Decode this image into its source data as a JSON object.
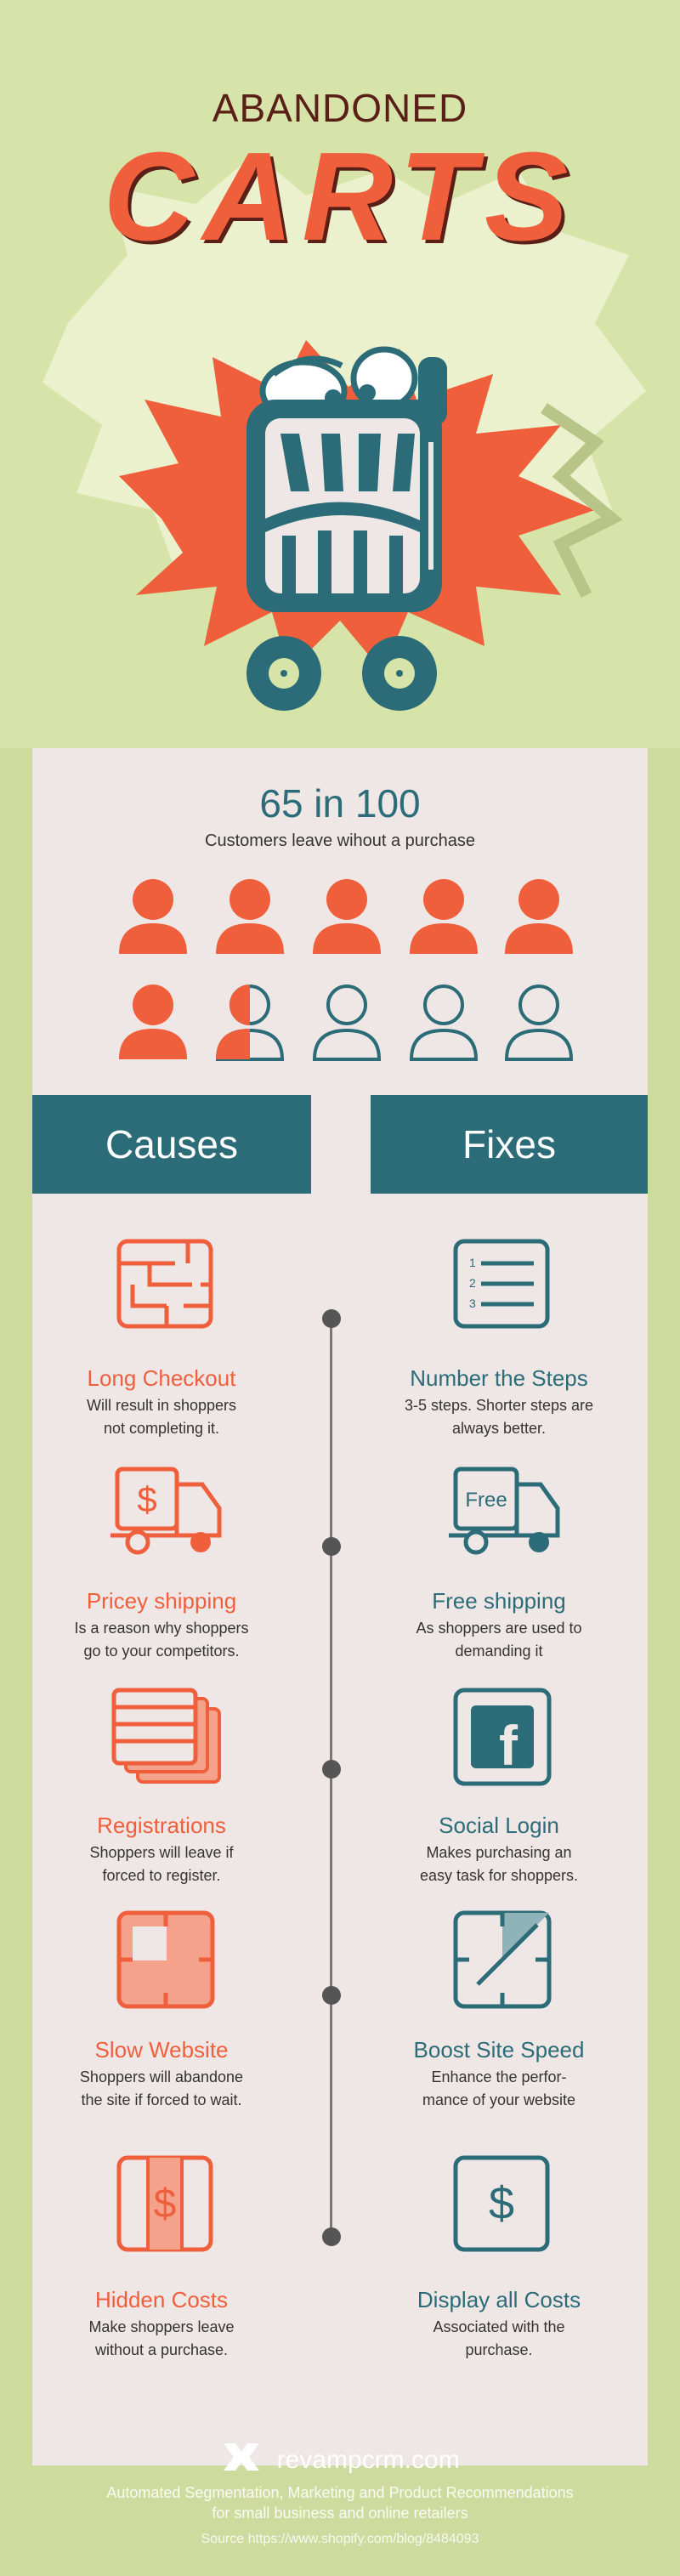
{
  "header": {
    "title_small": "ABANDONED",
    "title_big": "CARTS"
  },
  "stat": {
    "number": "65 in 100",
    "caption": "Customers leave wihout a purchase",
    "filled_fraction": 0.65
  },
  "banners": {
    "causes": "Causes",
    "fixes": "Fixes"
  },
  "causes": [
    {
      "title": "Long Checkout",
      "desc": [
        "Will result in shoppers",
        "not completing it."
      ],
      "icon": "maze-icon"
    },
    {
      "title": "Pricey shipping",
      "desc": [
        "Is a reason why shoppers",
        "go to your competitors."
      ],
      "icon": "dollar-truck-icon"
    },
    {
      "title": "Registrations",
      "desc": [
        "Shoppers will leave if",
        "forced to register."
      ],
      "icon": "forms-stack-icon"
    },
    {
      "title": "Slow Website",
      "desc": [
        "Shoppers will abandone",
        "the site if forced to wait."
      ],
      "icon": "slow-clock-icon"
    },
    {
      "title": "Hidden Costs",
      "desc": [
        "Make shoppers leave",
        "without a purchase."
      ],
      "icon": "hidden-dollar-icon"
    }
  ],
  "fixes": [
    {
      "title": "Number the Steps",
      "desc": [
        "3-5 steps. Shorter steps are",
        "always better."
      ],
      "icon": "numbered-list-icon",
      "list_numbers": [
        "1",
        "2",
        "3"
      ]
    },
    {
      "title": "Free shipping",
      "desc": [
        "As shoppers are used to",
        "demanding it"
      ],
      "icon": "free-truck-icon",
      "truck_label": "Free"
    },
    {
      "title": "Social Login",
      "desc": [
        "Makes purchasing an",
        "easy task for shoppers."
      ],
      "icon": "facebook-icon",
      "logo_letter": "f"
    },
    {
      "title": "Boost Site Speed",
      "desc": [
        "Enhance the perfor-",
        "mance of your website"
      ],
      "icon": "fast-clock-icon"
    },
    {
      "title": "Display all Costs",
      "desc": [
        "Associated with the",
        "purchase."
      ],
      "icon": "dollar-icon"
    }
  ],
  "footer": {
    "brand": "revampcrm.com",
    "tagline": [
      "Automated Segmentation, Marketing and Product Recommendations",
      "for small business and online retailers"
    ],
    "source": "Source https://www.shopify.com/blog/8484093"
  },
  "colors": {
    "orange": "#ef5f3c",
    "teal": "#2b6c78",
    "green": "#cddb9e",
    "panel": "#efe7e5",
    "maroon": "#5a1f17"
  }
}
